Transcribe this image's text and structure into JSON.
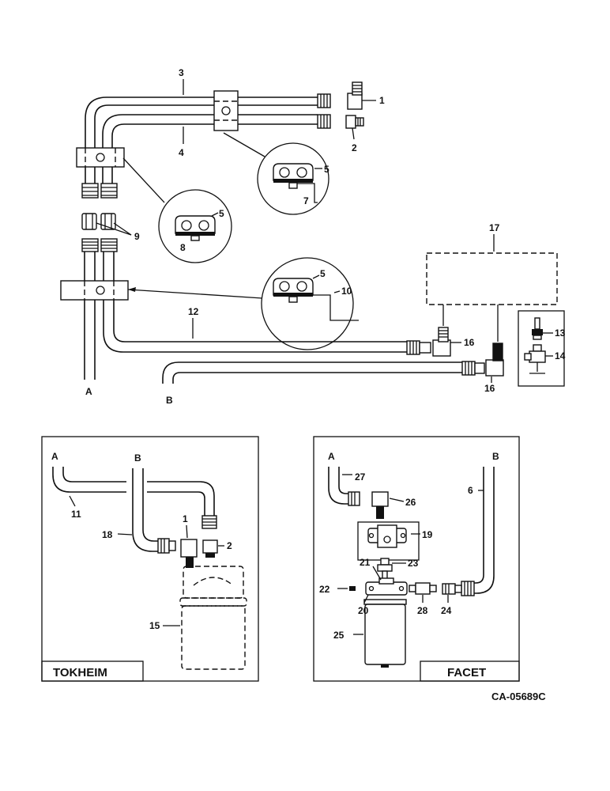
{
  "callouts": {
    "c1": "1",
    "c2": "2",
    "c3": "3",
    "c4": "4",
    "c5a": "5",
    "c5b": "5",
    "c5c": "5",
    "c7": "7",
    "c8": "8",
    "c9": "9",
    "c10": "10",
    "c12": "12",
    "c13": "13",
    "c14": "14",
    "c16a": "16",
    "c16b": "16",
    "c17": "17"
  },
  "ends": {
    "a_top": "A",
    "b_top": "B"
  },
  "tokheim": {
    "title": "TOKHEIM",
    "a": "A",
    "b": "B",
    "c1": "1",
    "c2": "2",
    "c11": "11",
    "c15": "15",
    "c18": "18"
  },
  "facet": {
    "title": "FACET",
    "a": "A",
    "b": "B",
    "c6": "6",
    "c19": "19",
    "c20": "20",
    "c21": "21",
    "c22": "22",
    "c23": "23",
    "c24": "24",
    "c25": "25",
    "c26": "26",
    "c27": "27",
    "c28": "28"
  },
  "figure_code": "CA-05689C"
}
